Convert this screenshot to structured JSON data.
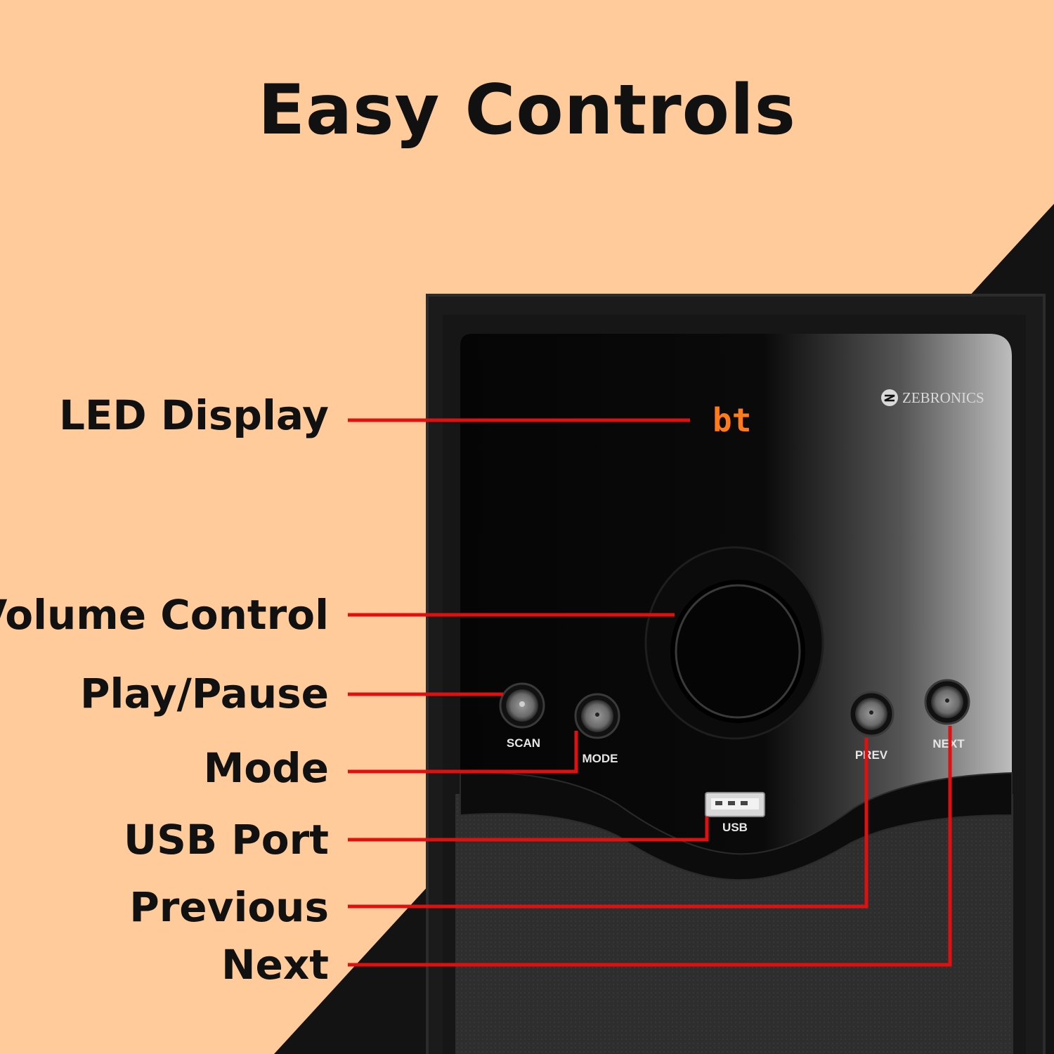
{
  "title": "Easy Controls",
  "callouts": {
    "led_display": "LED Display",
    "volume_control": "Volume Control",
    "play_pause": "Play/Pause",
    "mode": "Mode",
    "usb_port": "USB Port",
    "previous": "Previous",
    "next": "Next"
  },
  "device": {
    "brand": "ZEBRONICS",
    "led_readout": "bt",
    "button_scan": "SCAN",
    "button_mode": "MODE",
    "button_prev": "PREV",
    "button_next": "NEXT",
    "usb": "USB"
  },
  "colors": {
    "background": "#ffcb9a",
    "dark": "#111111",
    "leader_line": "#e01010",
    "led": "#ff7a1a"
  }
}
